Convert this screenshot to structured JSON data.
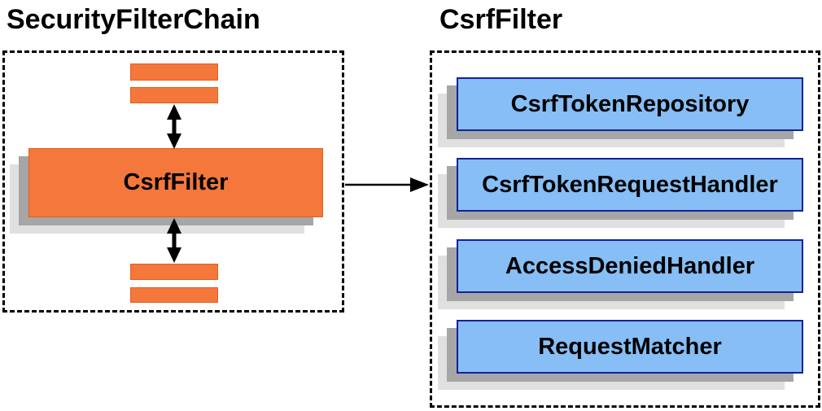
{
  "left_panel": {
    "title": "SecurityFilterChain",
    "filter_label": "CsrfFilter"
  },
  "right_panel": {
    "title": "CsrfFilter",
    "components": [
      {
        "label": "CsrfTokenRepository"
      },
      {
        "label": "CsrfTokenRequestHandler"
      },
      {
        "label": "AccessDeniedHandler"
      },
      {
        "label": "RequestMatcher"
      }
    ]
  },
  "colors": {
    "filter_fill": "#f4773b",
    "filter_border": "#e35f1e",
    "component_fill": "#86bef5",
    "component_border": "#16209e",
    "shadow_mid": "#a6a6a6",
    "shadow_light": "#e0e0e0",
    "arrow": "#000000",
    "text": "#000000",
    "background": "#ffffff"
  }
}
